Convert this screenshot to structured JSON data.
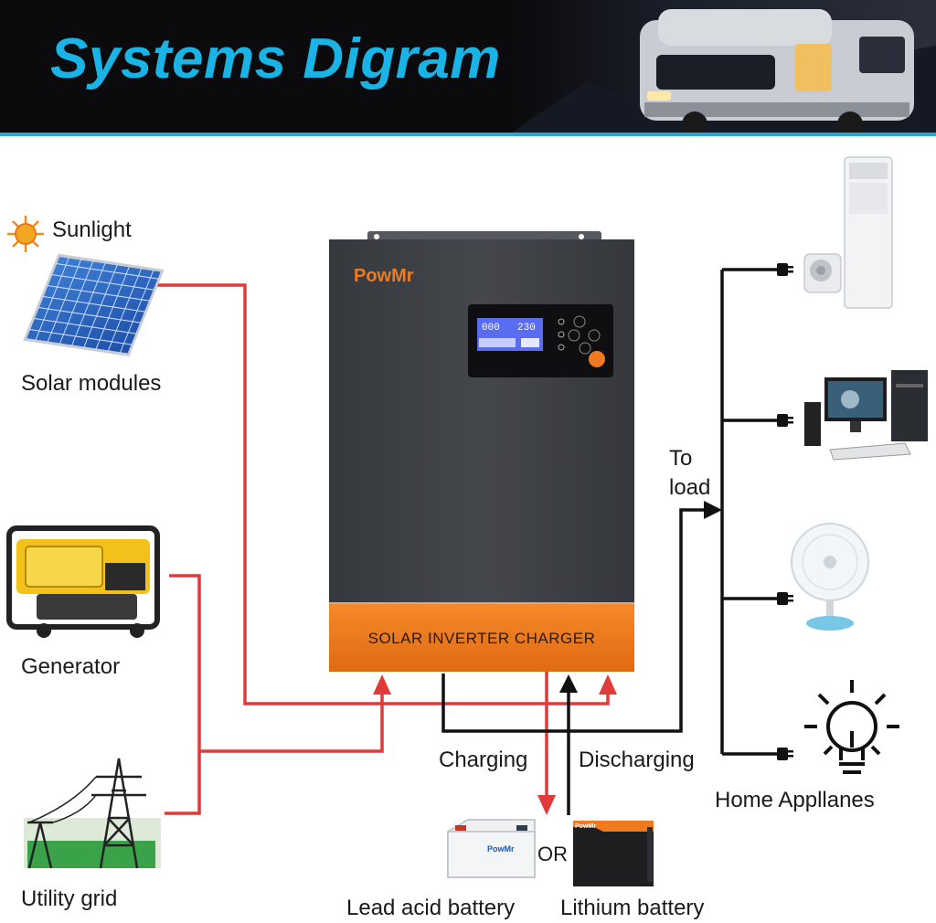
{
  "header": {
    "title": "Systems Digram"
  },
  "inverter": {
    "brand": "PowMr",
    "panel_label": "SOLAR INVERTER CHARGER",
    "lcd_left": "000",
    "lcd_right": "230"
  },
  "sources": {
    "sunlight": "Sunlight",
    "solar": "Solar modules",
    "generator": "Generator",
    "grid": "Utility grid"
  },
  "flow": {
    "to": "To",
    "load": "load",
    "charging": "Charging",
    "discharging": "Discharging",
    "or": "OR"
  },
  "batteries": {
    "lead_acid": "Lead acid battery",
    "lithium": "Lithium battery",
    "lead_brand": "PowMr",
    "lithium_brand": "PowMr"
  },
  "loads": {
    "title": "Home Appllanes"
  },
  "colors": {
    "accent": "#1ab3e6",
    "wire_red": "#e03a3a",
    "wire_black": "#111111",
    "inverter_body": "#3c3f44",
    "inverter_orange": "#f07a1f"
  }
}
